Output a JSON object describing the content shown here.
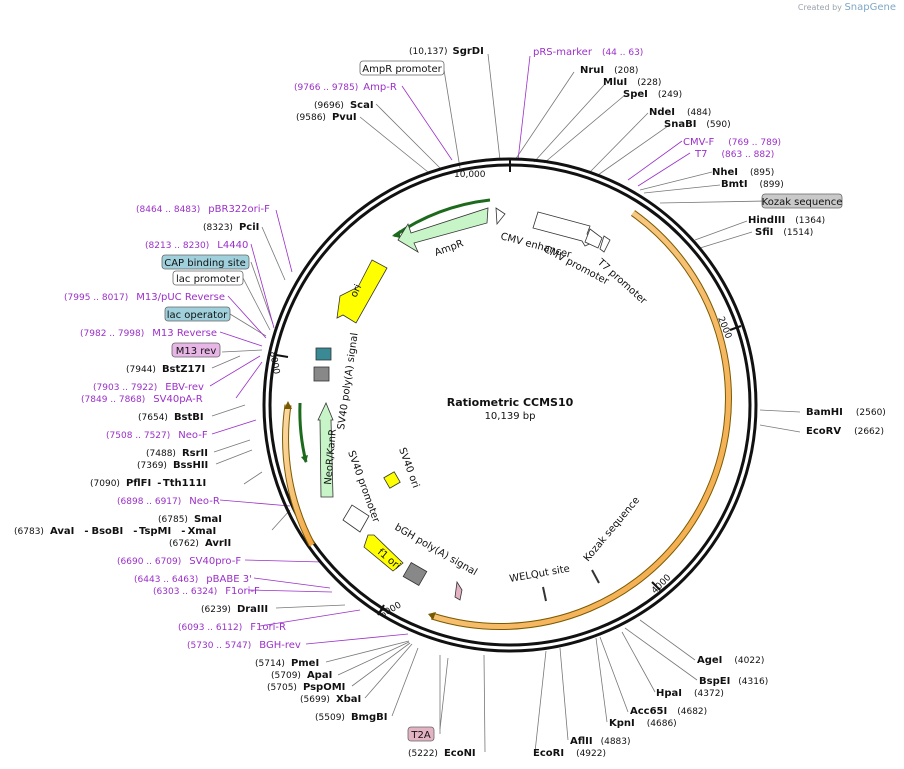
{
  "brand": {
    "created_by": "Created by",
    "product": "SnapGene"
  },
  "plasmid": {
    "name": "Ratiometric CCMS10",
    "size_label": "10,139 bp",
    "length_bp": 10139
  },
  "ruler_ticks": [
    "10,000",
    "2000",
    "4000",
    "6000",
    "8000"
  ],
  "enzyme_sites": [
    {
      "name": "SgrDI",
      "pos": "(10,137)"
    },
    {
      "name": "NruI",
      "pos": "(208)"
    },
    {
      "name": "MluI",
      "pos": "(228)"
    },
    {
      "name": "SpeI",
      "pos": "(249)"
    },
    {
      "name": "NdeI",
      "pos": "(484)"
    },
    {
      "name": "SnaBI",
      "pos": "(590)"
    },
    {
      "name": "NheI",
      "pos": "(895)"
    },
    {
      "name": "BmtI",
      "pos": "(899)"
    },
    {
      "name": "HindIII",
      "pos": "(1364)"
    },
    {
      "name": "SfiI",
      "pos": "(1514)"
    },
    {
      "name": "BamHI",
      "pos": "(2560)"
    },
    {
      "name": "EcoRV",
      "pos": "(2662)"
    },
    {
      "name": "AgeI",
      "pos": "(4022)"
    },
    {
      "name": "BspEI",
      "pos": "(4316)"
    },
    {
      "name": "HpaI",
      "pos": "(4372)"
    },
    {
      "name": "Acc65I",
      "pos": "(4682)"
    },
    {
      "name": "KpnI",
      "pos": "(4686)"
    },
    {
      "name": "AflII",
      "pos": "(4883)"
    },
    {
      "name": "EcoRI",
      "pos": "(4922)"
    },
    {
      "name": "EcoNI",
      "pos": "(5222)"
    },
    {
      "name": "BmgBI",
      "pos": "(5509)"
    },
    {
      "name": "XbaI",
      "pos": "(5699)"
    },
    {
      "name": "PspOMI",
      "pos": "(5705)"
    },
    {
      "name": "ApaI",
      "pos": "(5709)"
    },
    {
      "name": "PmeI",
      "pos": "(5714)"
    },
    {
      "name": "DraIII",
      "pos": "(6239)"
    },
    {
      "name": "AvrII",
      "pos": "(6762)"
    },
    {
      "name": "SmaI",
      "pos": "(6785)"
    },
    {
      "name": "Tth111I",
      "pos": "(7090)"
    },
    {
      "name": "BssHII",
      "pos": "(7369)"
    },
    {
      "name": "RsrII",
      "pos": "(7488)"
    },
    {
      "name": "BstBI",
      "pos": "(7654)"
    },
    {
      "name": "BstZ17I",
      "pos": "(7944)"
    },
    {
      "name": "PciI",
      "pos": "(8323)"
    },
    {
      "name": "PvuI",
      "pos": "(9586)"
    },
    {
      "name": "ScaI",
      "pos": "(9696)"
    }
  ],
  "multi_site_line": {
    "pos": "(6783)",
    "names": [
      "AvaI",
      "BsoBI",
      "TspMI",
      "XmaI"
    ]
  },
  "pflfi_line": {
    "name": "PflFI",
    "sep": "-"
  },
  "primers": [
    {
      "name": "pRS-marker",
      "range": "(44 .. 63)"
    },
    {
      "name": "Amp-R",
      "range": "(9766 .. 9785)"
    },
    {
      "name": "CMV-F",
      "range": "(769 .. 789)"
    },
    {
      "name": "T7",
      "range": "(863 .. 882)"
    },
    {
      "name": "pBR322ori-F",
      "range": "(8464 .. 8483)"
    },
    {
      "name": "L4440",
      "range": "(8213 .. 8230)"
    },
    {
      "name": "M13/pUC Reverse",
      "range": "(7995 .. 8017)"
    },
    {
      "name": "M13 Reverse",
      "range": "(7982 .. 7998)"
    },
    {
      "name": "EBV-rev",
      "range": "(7903 .. 7922)"
    },
    {
      "name": "SV40pA-R",
      "range": "(7849 .. 7868)"
    },
    {
      "name": "Neo-F",
      "range": "(7508 .. 7527)"
    },
    {
      "name": "Neo-R",
      "range": "(6898 .. 6917)"
    },
    {
      "name": "SV40pro-F",
      "range": "(6690 .. 6709)"
    },
    {
      "name": "pBABE 3'",
      "range": "(6443 .. 6463)"
    },
    {
      "name": "F1ori-F",
      "range": "(6303 .. 6324)"
    },
    {
      "name": "F1ori-R",
      "range": "(6093 .. 6112)"
    },
    {
      "name": "BGH-rev",
      "range": "(5730 .. 5747)"
    }
  ],
  "boxed_features": [
    {
      "name": "AmpR promoter",
      "color": "#ffffff"
    },
    {
      "name": "Kozak sequence",
      "color": "#c9c9c9"
    },
    {
      "name": "CAP binding site",
      "color": "#9fd0dc"
    },
    {
      "name": "lac promoter",
      "color": "#ffffff"
    },
    {
      "name": "lac operator",
      "color": "#9fd0dc"
    },
    {
      "name": "M13 rev",
      "color": "#e7b6e6"
    },
    {
      "name": "T2A",
      "color": "#e3b3c4"
    }
  ],
  "inner_features": [
    {
      "name": "AmpR",
      "color": "#c8f5c8"
    },
    {
      "name": "ori",
      "color": "#ffff00"
    },
    {
      "name": "CMV enhancer",
      "color": "#ffffff"
    },
    {
      "name": "CMV promoter",
      "color": "#ffffff"
    },
    {
      "name": "T7 promoter",
      "color": "#ffffff"
    },
    {
      "name": "SV40 poly(A) signal",
      "color": "#888888"
    },
    {
      "name": "NeoR/KanR",
      "color": "#c8f5c8"
    },
    {
      "name": "SV40 promoter",
      "color": "#ffffff"
    },
    {
      "name": "SV40 ori",
      "color": "#ffff00"
    },
    {
      "name": "f1 ori",
      "color": "#ffff00"
    },
    {
      "name": "bGH poly(A) signal",
      "color": "#888888"
    },
    {
      "name": "WELQut site",
      "color": "#ffffff"
    },
    {
      "name": "Kozak sequence",
      "color": "#c9c9c9"
    }
  ],
  "colors": {
    "primer": "#9b2fc9",
    "orf": "#f3a640",
    "orf_outline": "#7a5a00"
  }
}
